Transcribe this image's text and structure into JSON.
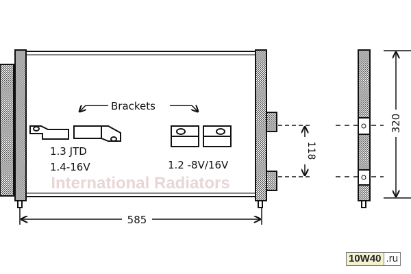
{
  "labels": {
    "brackets": "Brackets",
    "engine_left_1": "1.3 JTD",
    "engine_left_2": "1.4-16V",
    "engine_right": "1.2 -8V/16V"
  },
  "dimensions": {
    "width": "585",
    "connector_spacing": "118",
    "height": "320"
  },
  "watermark": "International Radiators",
  "logo": {
    "main": "10W40",
    "suffix": ".ru"
  },
  "colors": {
    "line": "#111111",
    "hatch": "#8a8a8a",
    "watermark": "#e9d6d6"
  }
}
